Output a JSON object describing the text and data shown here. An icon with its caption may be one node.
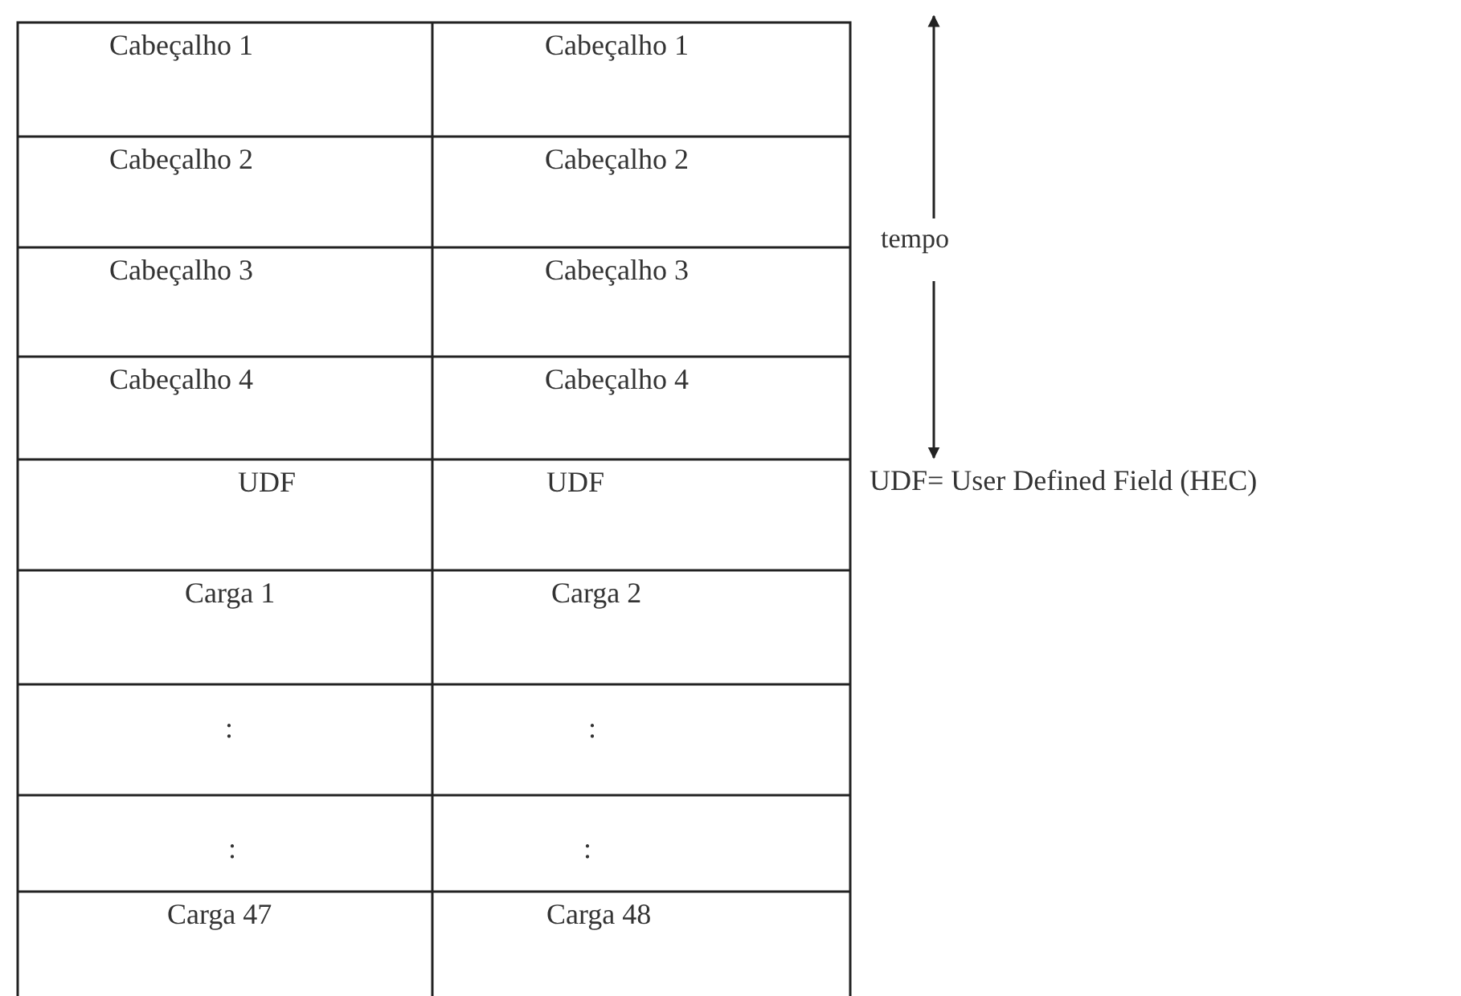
{
  "diagram": {
    "labels": [
      "Cabeçalho 1",
      "Cabeçalho 1",
      "Cabeçalho 2",
      "Cabeçalho 2",
      "Cabeçalho 3",
      "Cabeçalho 3",
      "Cabeçalho 4",
      "Cabeçalho 4",
      "UDF",
      "UDF",
      "Carga 1",
      "Carga 2",
      ":",
      ":",
      ":",
      ":",
      "Carga 47",
      "Carga 48",
      "tempo",
      "UDF= User Defined Field (HEC)"
    ]
  }
}
